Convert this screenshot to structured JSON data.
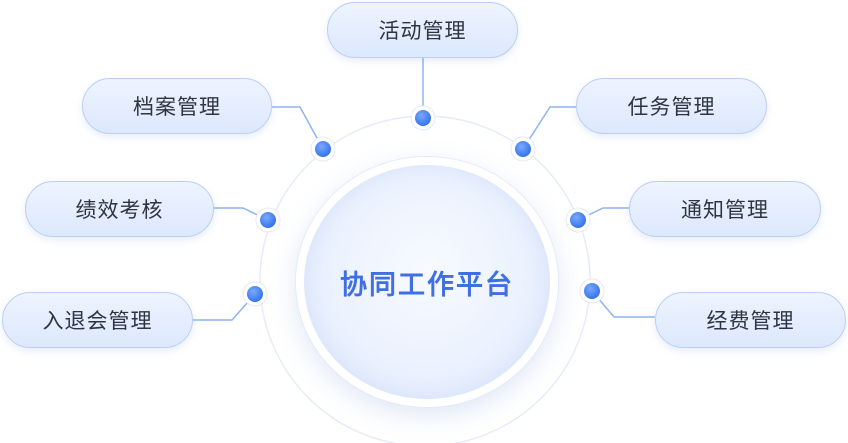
{
  "center": {
    "label": "协同工作平台"
  },
  "nodes": [
    {
      "label": "活动管理"
    },
    {
      "label": "档案管理"
    },
    {
      "label": "任务管理"
    },
    {
      "label": "绩效考核"
    },
    {
      "label": "通知管理"
    },
    {
      "label": "入退会管理"
    },
    {
      "label": "经费管理"
    }
  ],
  "colors": {
    "accent": "#3f6fe3",
    "dot": "#3d7ef0",
    "connector": "#8fb4ee",
    "pill_border": "#b9cff4"
  }
}
